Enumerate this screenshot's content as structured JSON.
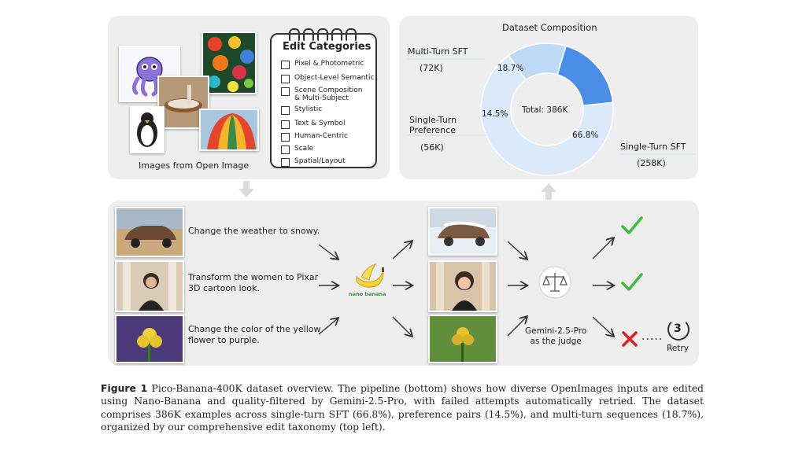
{
  "top_left": {
    "images_caption": "Images from Open Image",
    "edit_categories": {
      "title": "Edit Categories",
      "items": [
        "Pixel & Photometric",
        "Object-Level Semantic",
        "Scene Composition\n& Multi-Subject",
        "Stylistic",
        "Text & Symbol",
        "Human-Centric",
        "Scale",
        "Spatial/Layout"
      ]
    }
  },
  "chart_data": {
    "type": "pie",
    "title": "Dataset Composition",
    "center_label": "Total: 386K",
    "slices": [
      {
        "name": "Single-Turn SFT",
        "count": "(258K)",
        "percent": 66.8,
        "label": "66.8%",
        "color": "#dbeafb"
      },
      {
        "name": "Single-Turn\nPreference",
        "count": "(56K)",
        "percent": 14.5,
        "label": "14.5%",
        "color": "#bcd9f6"
      },
      {
        "name": "Multi-Turn SFT",
        "count": "(72K)",
        "percent": 18.7,
        "label": "18.7%",
        "color": "#4a8ee8"
      }
    ]
  },
  "pipeline": {
    "instructions": [
      "Change the weather to snowy.",
      "Transform the women to Pixar\n3D cartoon look.",
      "Change the color of the yellow\nflower to purple."
    ],
    "model_label": "nano banana",
    "judge_label": "Gemini-2.5-Pro\nas the judge",
    "retry_label": "Retry",
    "retry_number": "3",
    "check_color": "#3bbf3b",
    "cross_color": "#e02020",
    "dots": "....."
  },
  "caption": {
    "label": "Figure 1",
    "text": "Pico-Banana-400K dataset overview. The pipeline (bottom) shows how diverse OpenImages inputs are edited using Nano-Banana and quality-filtered by Gemini-2.5-Pro, with failed attempts automatically retried. The dataset comprises 386K examples across single-turn SFT (66.8%), preference pairs (14.5%), and multi-turn sequences (18.7%), organized by our comprehensive edit taxonomy (top left)."
  }
}
